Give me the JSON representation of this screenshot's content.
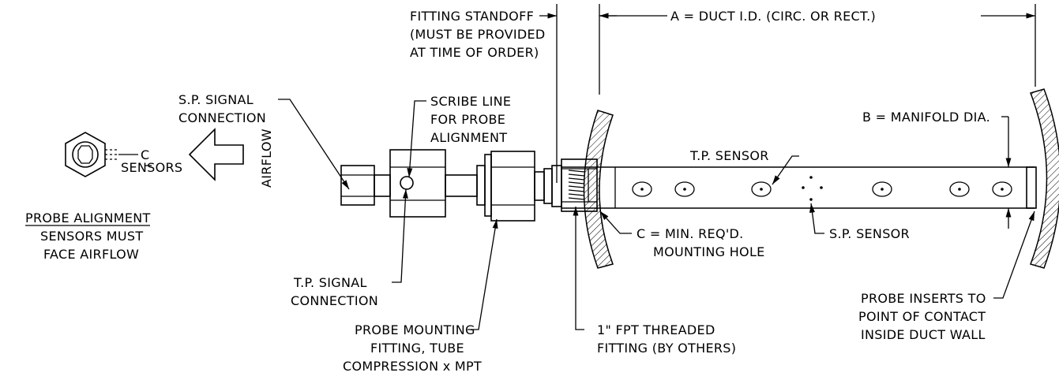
{
  "labels": {
    "fitting_standoff": [
      "FITTING STANDOFF",
      "(MUST BE PROVIDED",
      "AT TIME OF ORDER)"
    ],
    "duct_id": "A = DUCT I.D. (CIRC. OR RECT.)",
    "sp_signal": [
      "S.P. SIGNAL",
      "CONNECTION"
    ],
    "scribe_line": [
      "SCRIBE LINE",
      "FOR PROBE",
      "ALIGNMENT"
    ],
    "manifold_dia": "B = MANIFOLD DIA.",
    "tp_sensor": "T.P. SENSOR",
    "centerline_symbol": "C",
    "sensors": "SENSORS",
    "airflow": "AIRFLOW",
    "probe_alignment_title": "PROBE ALIGNMENT",
    "probe_alignment_note": [
      "SENSORS MUST",
      "FACE AIRFLOW"
    ],
    "tp_signal": [
      "T.P. SIGNAL",
      "CONNECTION"
    ],
    "mounting_hole": [
      "C = MIN. REQ'D.",
      "MOUNTING HOLE"
    ],
    "sp_sensor": "S.P. SENSOR",
    "probe_inserts": [
      "PROBE INSERTS TO",
      "POINT OF CONTACT",
      "INSIDE DUCT WALL"
    ],
    "probe_mounting": [
      "PROBE MOUNTING",
      "FITTING, TUBE",
      "COMPRESSION x MPT"
    ],
    "fpt_fitting": [
      "1\" FPT THREADED",
      "FITTING (BY OTHERS)"
    ]
  }
}
